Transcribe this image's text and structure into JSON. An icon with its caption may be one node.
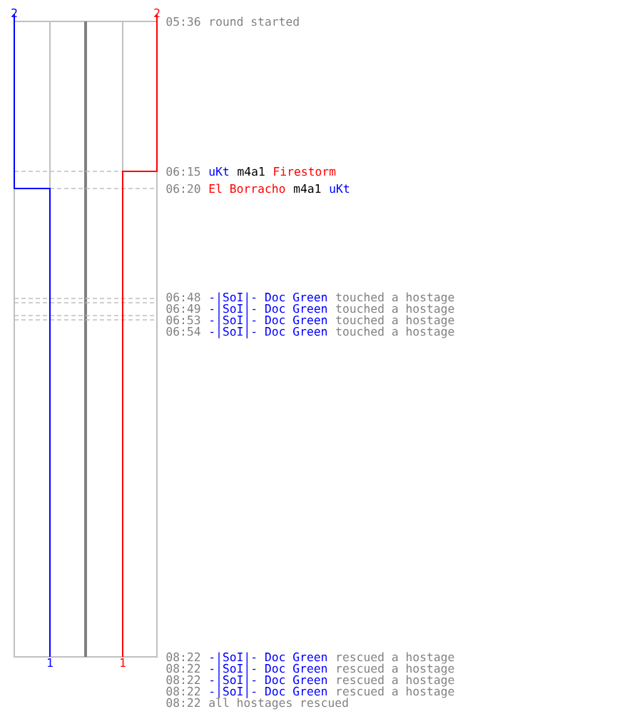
{
  "diagram": {
    "labels": [
      "2",
      "2",
      "05:36",
      "round started",
      "06:15",
      "uKt",
      "m4a1",
      "Firestorm",
      "06:20",
      "El Borracho",
      "m4a1",
      "uKt",
      "06:48",
      "-|SoI|- Doc Green",
      "touched a hostage",
      "06:49",
      "-|SoI|- Doc Green",
      "touched a hostage",
      "06:53",
      "-|SoI|- Doc Green",
      "touched a hostage",
      "06:54",
      "-|SoI|- Doc Green",
      "touched a hostage",
      "08:22",
      "-|SoI|- Doc Green",
      "rescued a hostage",
      "08:22",
      "-|SoI|- Doc Green",
      "rescued a hostage",
      "08:22",
      "-|SoI|- Doc Green",
      "rescued a hostage",
      "08:22",
      "-|SoI|- Doc Green",
      "rescued a hostage",
      "08:22",
      "all hostages rescued",
      "1",
      "1"
    ]
  }
}
